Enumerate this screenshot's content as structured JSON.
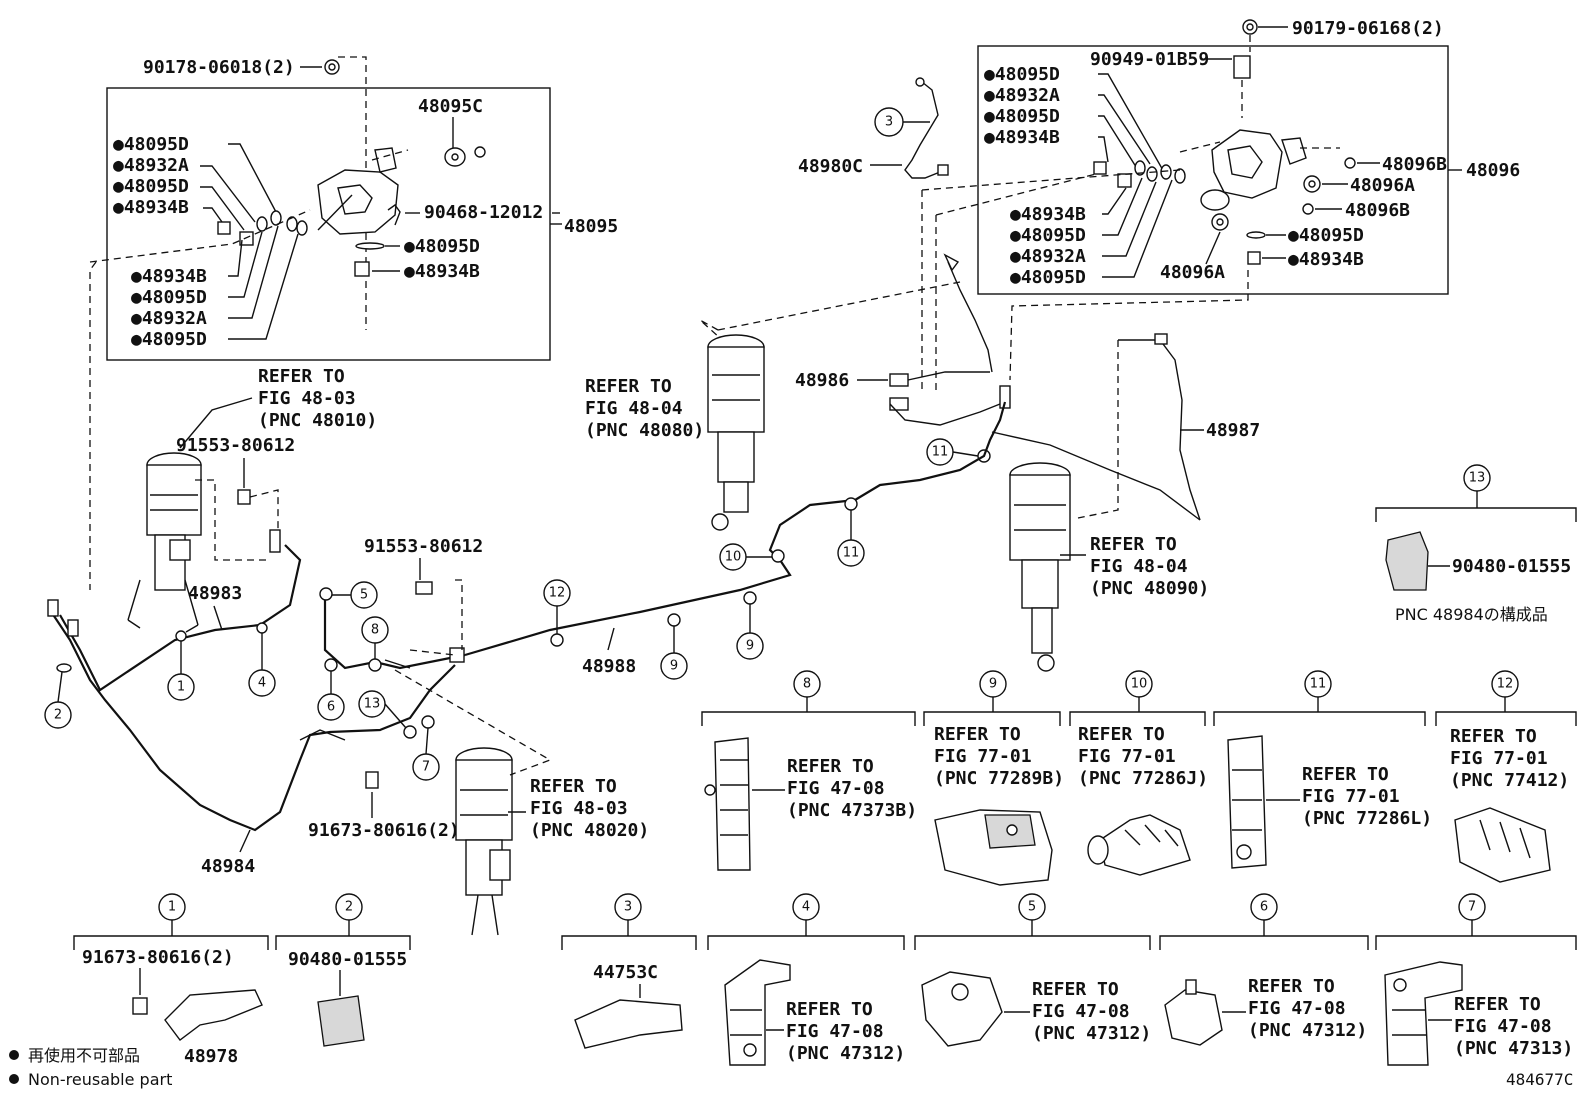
{
  "diagram_id": "484677C",
  "legend": {
    "non_reusable_jp": "再使用不可部品",
    "non_reusable_en": "Non-reusable part"
  },
  "labels": {
    "p90178": "90178-06018(2)",
    "p48095C": "48095C",
    "p48095": "48095",
    "p90468": "90468-12012",
    "left_list": [
      "●48095D",
      "●48932A",
      "●48095D",
      "●48934B"
    ],
    "left_list2": [
      "●48934B",
      "●48095D",
      "●48932A",
      "●48095D"
    ],
    "left_small": [
      "●48095D",
      "●48934B"
    ],
    "p90179": "90179-06168(2)",
    "p90949": "90949-01B59",
    "right_list": [
      "●48095D",
      "●48932A",
      "●48095D",
      "●48934B"
    ],
    "right_list2": [
      "●48934B",
      "●48095D",
      "●48932A",
      "●48095D"
    ],
    "p48096B_a": "48096B",
    "p48096A_a": "48096A",
    "p48096B_b": "48096B",
    "p48096": "48096",
    "p48096A_b": "48096A",
    "right_small": [
      "●48095D",
      "●48934B"
    ],
    "p48980C": "48980C",
    "p48986": "48986",
    "p48987": "48987",
    "p48983": "48983",
    "p48984": "48984",
    "p48988": "48988",
    "p91553_a": "91553-80612",
    "p91553_b": "91553-80612",
    "p91673": "91673-80616(2)",
    "refer_48010": [
      "REFER TO",
      "FIG 48-03",
      "(PNC 48010)"
    ],
    "refer_48080": [
      "REFER TO",
      "FIG 48-04",
      "(PNC 48080)"
    ],
    "refer_48090": [
      "REFER TO",
      "FIG 48-04",
      "(PNC 48090)"
    ],
    "refer_48020": [
      "REFER TO",
      "FIG 48-03",
      "(PNC 48020)"
    ],
    "p90480_13": "90480-01555",
    "pnc_note": "PNC 48984の構成品"
  },
  "detail_boxes": {
    "b1": {
      "num": "1",
      "part": "91673-80616(2)",
      "part2": "48978"
    },
    "b2": {
      "num": "2",
      "part": "90480-01555"
    },
    "b3": {
      "num": "3",
      "part": "44753C"
    },
    "b4": {
      "num": "4",
      "refer": [
        "REFER TO",
        "FIG 47-08",
        "(PNC 47312)"
      ]
    },
    "b5": {
      "num": "5",
      "refer": [
        "REFER TO",
        "FIG 47-08",
        "(PNC 47312)"
      ]
    },
    "b6": {
      "num": "6",
      "refer": [
        "REFER TO",
        "FIG 47-08",
        "(PNC 47312)"
      ]
    },
    "b7": {
      "num": "7",
      "refer": [
        "REFER TO",
        "FIG 47-08",
        "(PNC 47313)"
      ]
    },
    "b8": {
      "num": "8",
      "refer": [
        "REFER TO",
        "FIG 47-08",
        "(PNC 47373B)"
      ]
    },
    "b9": {
      "num": "9",
      "refer": [
        "REFER TO",
        "FIG 77-01",
        "(PNC 77289B)"
      ]
    },
    "b10": {
      "num": "10",
      "refer": [
        "REFER TO",
        "FIG 77-01",
        "(PNC 77286J)"
      ]
    },
    "b11": {
      "num": "11",
      "refer": [
        "REFER TO",
        "FIG 77-01",
        "(PNC 77286L)"
      ]
    },
    "b12": {
      "num": "12",
      "refer": [
        "REFER TO",
        "FIG 77-01",
        "(PNC 77412)"
      ]
    },
    "b13": {
      "num": "13"
    }
  },
  "callouts": {
    "c1": "1",
    "c2": "2",
    "c3": "3",
    "c4": "4",
    "c5": "5",
    "c6": "6",
    "c7": "7",
    "c8": "8",
    "c9a": "9",
    "c9b": "9",
    "c10": "10",
    "c11a": "11",
    "c11b": "11",
    "c12": "12",
    "c13": "13"
  }
}
